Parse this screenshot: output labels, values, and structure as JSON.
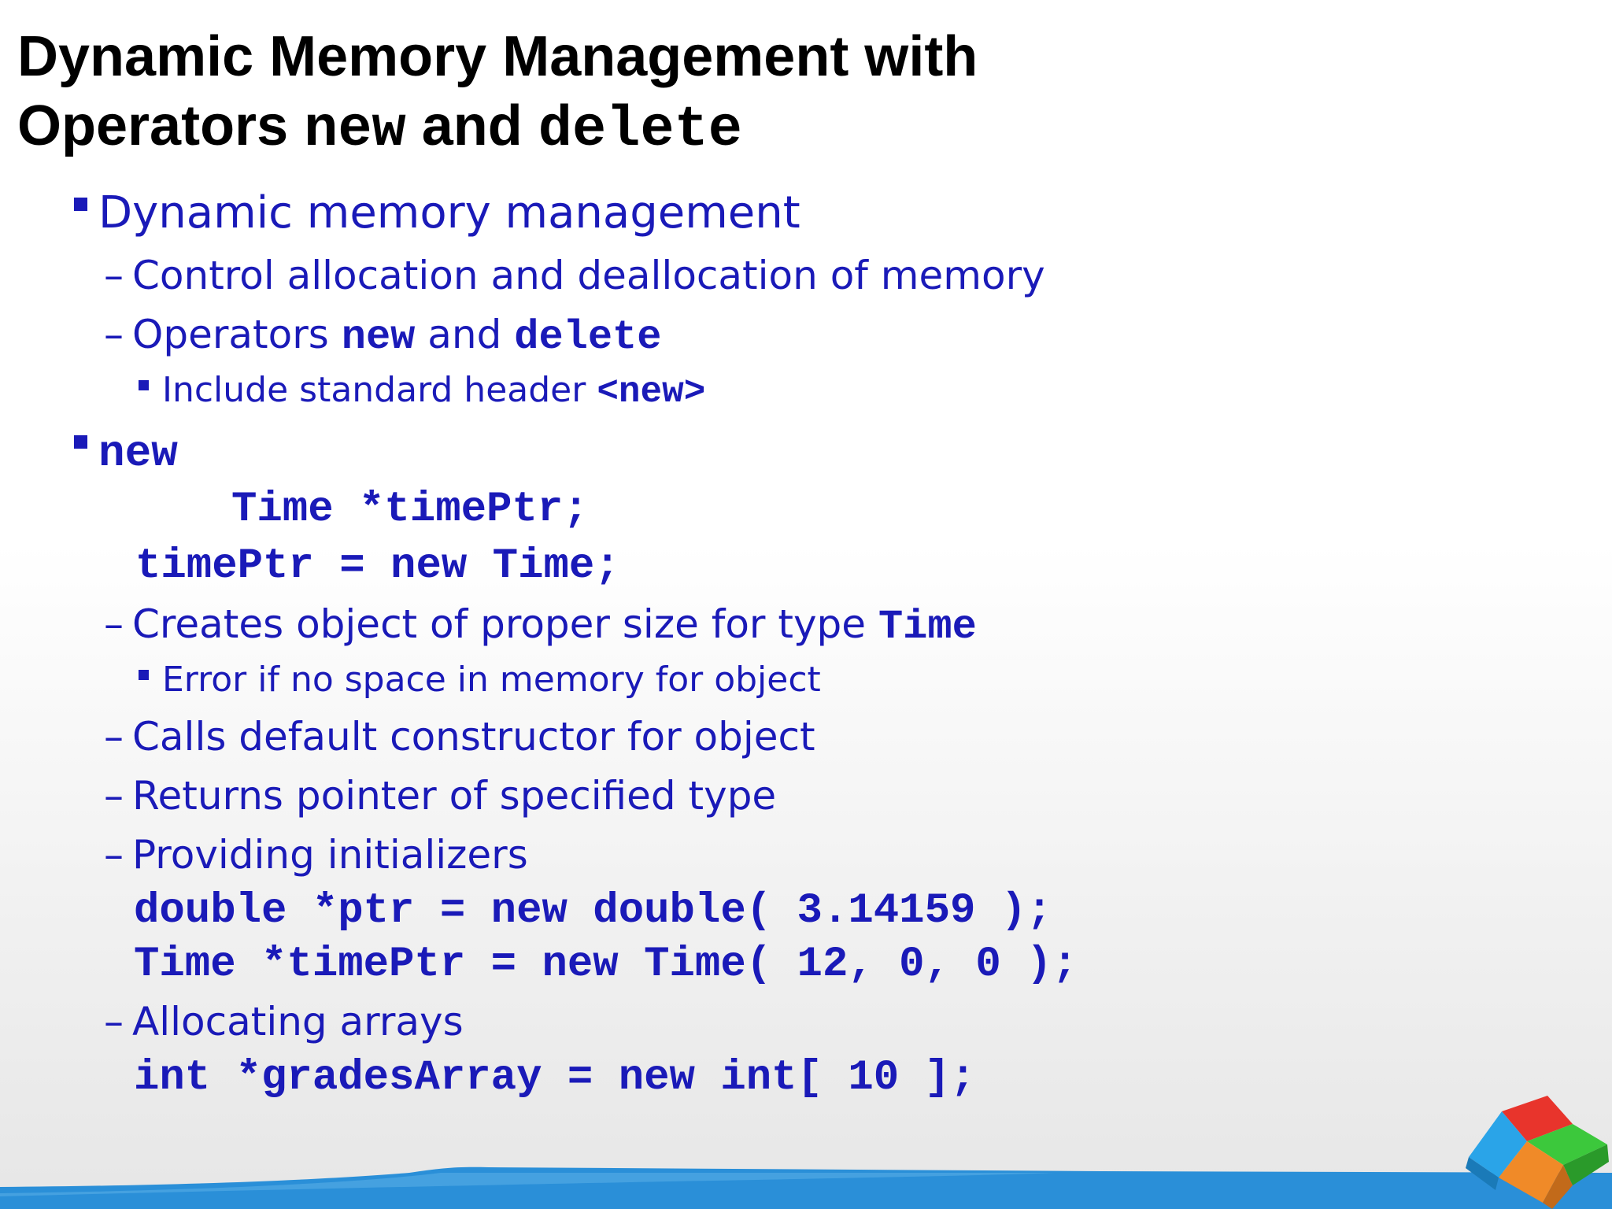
{
  "title": {
    "line1": "Dynamic Memory Management with",
    "line2_prefix": "Operators ",
    "line2_code1": "new",
    "line2_mid": " and ",
    "line2_code2": "delete"
  },
  "bullets": {
    "b1": "Dynamic memory management",
    "b1_s1": "Control allocation and deallocation of memory",
    "b1_s2_prefix": "Operators ",
    "b1_s2_code1": "new",
    "b1_s2_mid": " and ",
    "b1_s2_code2": "delete",
    "b1_s2_sub_text": "Include standard header ",
    "b1_s2_sub_code": "<new>",
    "b2": "new",
    "code1": "Time *timePtr;",
    "code2": "timePtr = new Time;",
    "b2_s1_text": "Creates object of proper size for type ",
    "b2_s1_code": "Time",
    "b2_s1_sub": "Error if no space in memory for object",
    "b2_s2": "Calls default constructor for object",
    "b2_s3": "Returns pointer of specified type",
    "b2_s4": "Providing initializers",
    "code3": "double *ptr = new double( 3.14159 );",
    "code4": "Time *timePtr = new Time( 12, 0, 0 );",
    "b2_s5": "Allocating arrays",
    "code5": "int *gradesArray = new int[ 10 ];"
  },
  "dash": "–",
  "colors": {
    "text_blue": "#1a1ab8",
    "title": "#000000",
    "footer_blue": "#2a8fd8",
    "logo_red": "#e8342c",
    "logo_green": "#3cc83c",
    "logo_blue": "#2aa4e8",
    "logo_orange": "#f08a28"
  }
}
